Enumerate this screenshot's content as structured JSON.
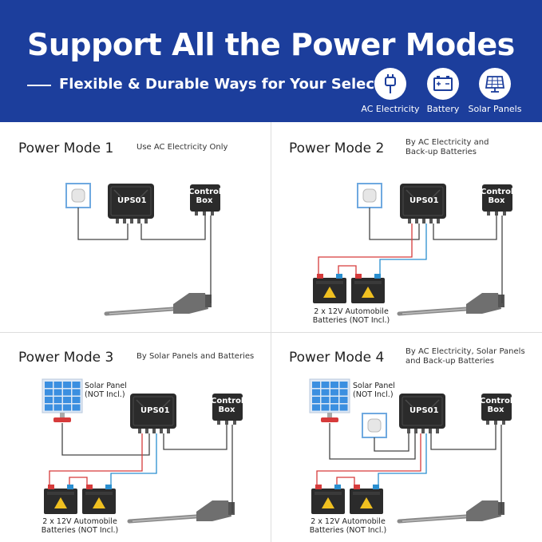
{
  "header": {
    "title": "Support All the Power Modes",
    "subtitle": "Flexible & Durable Ways for Your Selection",
    "icons": [
      {
        "label": "AC Electricity",
        "icon": "plug-icon"
      },
      {
        "label": "Battery",
        "icon": "battery-icon"
      },
      {
        "label": "Solar Panels",
        "icon": "solar-panel-icon"
      }
    ]
  },
  "devices": {
    "ups_label": "UPS01",
    "control_box_line1": "Control",
    "control_box_line2": "Box"
  },
  "modes": [
    {
      "title": "Power Mode 1",
      "desc_line1": "Use AC Electricity Only",
      "desc_line2": ""
    },
    {
      "title": "Power Mode 2",
      "desc_line1": "By AC Electricity and",
      "desc_line2": "Back-up Batteries"
    },
    {
      "title": "Power Mode 3",
      "desc_line1": "By Solar Panels and Batteries",
      "desc_line2": ""
    },
    {
      "title": "Power Mode 4",
      "desc_line1": "By AC Electricity, Solar Panels",
      "desc_line2": "and Back-up Batteries"
    }
  ],
  "captions": {
    "batteries_line1": "2 x 12V Automobile",
    "batteries_line2": "Batteries (NOT Incl.)",
    "solar_line1": "Solar Panel",
    "solar_line2": "(NOT Incl.)"
  },
  "colors": {
    "header_bg": "#1c3e9c",
    "device": "#2b2b2b",
    "wire": "#444444",
    "wire_red": "#d63b3b",
    "wire_blue": "#2a8fd0",
    "outlet_frame": "#6fa9e0",
    "solar": "#3b8fe0",
    "battery_label": "#f0c020"
  }
}
